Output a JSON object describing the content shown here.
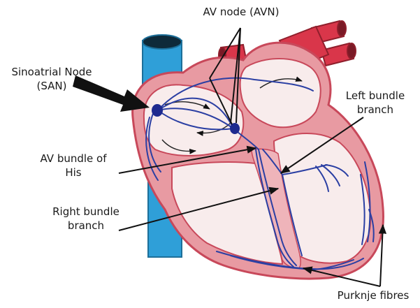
{
  "labels": {
    "av_node": "AV node (AVN)",
    "san_line1": "Sinoatrial Node",
    "san_line2": "(SAN)",
    "left_bundle_line1": "Left bundle",
    "left_bundle_line2": "branch",
    "av_bundle_line1": "AV bundle of",
    "av_bundle_line2": "His",
    "right_bundle_line1": "Right bundle",
    "right_bundle_line2": "branch",
    "purkinje": "Purknje fibres"
  },
  "colors": {
    "vessel_blue": "#2f9fd8",
    "vessel_red": "#d9364a",
    "heart_wall": "#e89aa2",
    "wall_outline": "#c8485a",
    "chamber_fill": "#f8ecec",
    "septum_fill": "#efb4ba",
    "conduction_blue": "#2b3fa3",
    "node_blue": "#1e2a8f"
  }
}
